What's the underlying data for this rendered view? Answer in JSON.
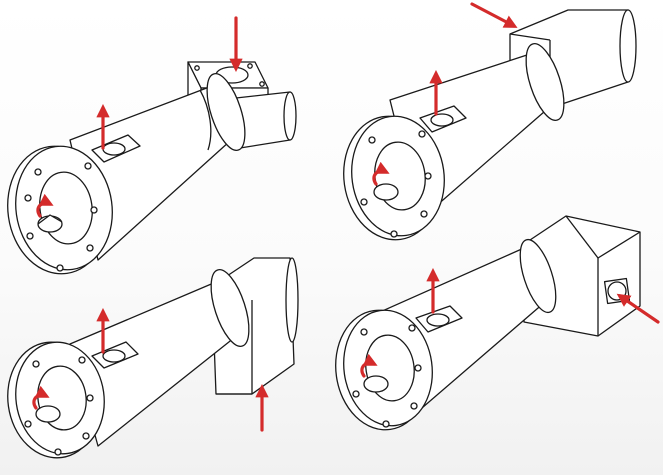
{
  "diagram": {
    "variants": [
      {
        "id": "variant-top-left",
        "inlet": "top-block",
        "outlet": "side-top-port"
      },
      {
        "id": "variant-top-right",
        "inlet": "end-side",
        "outlet": "side-top-port"
      },
      {
        "id": "variant-bottom-left",
        "inlet": "bottom",
        "outlet": "side-top-port"
      },
      {
        "id": "variant-bottom-right",
        "inlet": "end-face-port",
        "outlet": "side-top-port"
      }
    ],
    "colors": {
      "line": "#1a1a1a",
      "flow_arrow": "#d42b2b",
      "rotation_arrow": "#d42b2b",
      "background": "#ffffff"
    },
    "icons": {
      "flow_arrow": "arrow-icon",
      "rotation": "rotation-arrow-icon"
    }
  }
}
